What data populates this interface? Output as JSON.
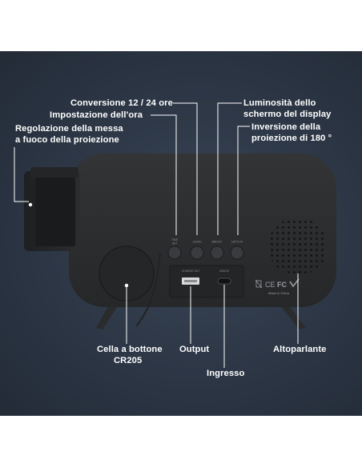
{
  "labels": {
    "format_12_24": "Conversione 12 / 24 ore",
    "time_setting": "Impostazione dell'ora",
    "focus_line1": "Regolazione della messa",
    "focus_line2": "a fuoco della proiezione",
    "brightness_line1": "Luminosità dello",
    "brightness_line2": "schermo del display",
    "flip_line1": "Inversione della",
    "flip_line2": "proiezione di 180 °",
    "battery_line1": "Cella a bottone",
    "battery_line2": "CR205",
    "output": "Output",
    "input": "Ingresso",
    "speaker": "Altoparlante"
  },
  "device": {
    "btn_time_set_line1": "TIME",
    "btn_time_set_line2": "SET",
    "btn_12_24": "12/24H",
    "btn_bright": "BRIGHT",
    "btn_flip": "180°FLIP",
    "port_charge_out": "CHARGE OUT",
    "port_usb_5v": "USB 5V",
    "made_in": "Made in China",
    "ce_mark": "CE",
    "fcc_mark": "FC"
  },
  "colors": {
    "background": "#2c3645",
    "device_body": "#2e2f31",
    "label_text": "#ffffff"
  }
}
